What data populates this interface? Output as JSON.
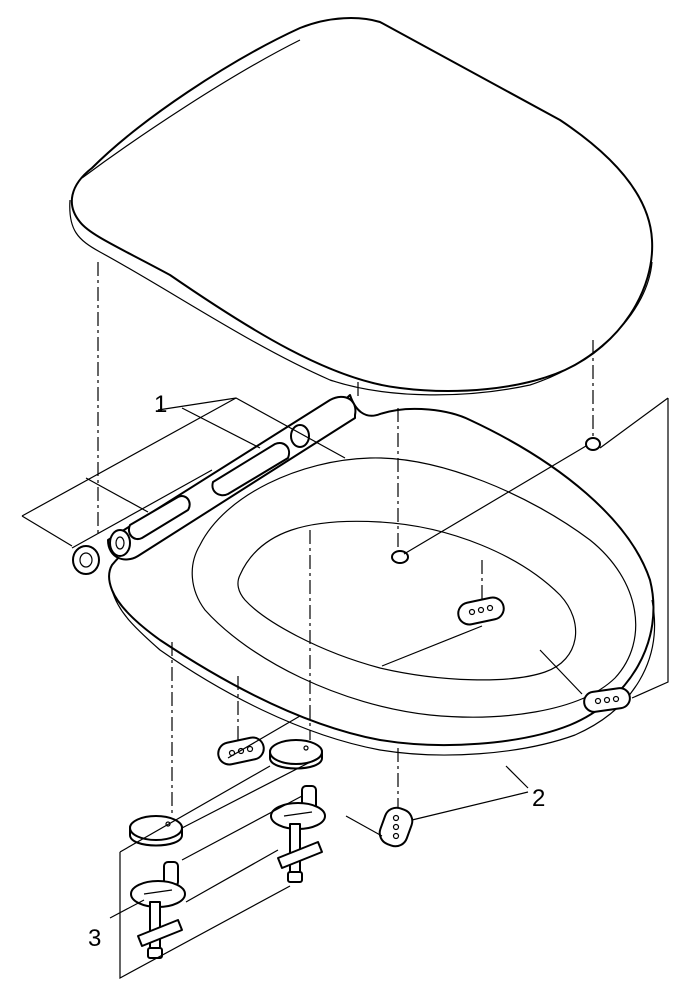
{
  "callouts": {
    "hinge_set": "1",
    "buffers": "2",
    "fixing_set": "3"
  },
  "colors": {
    "line": "#000000",
    "background": "#ffffff"
  }
}
